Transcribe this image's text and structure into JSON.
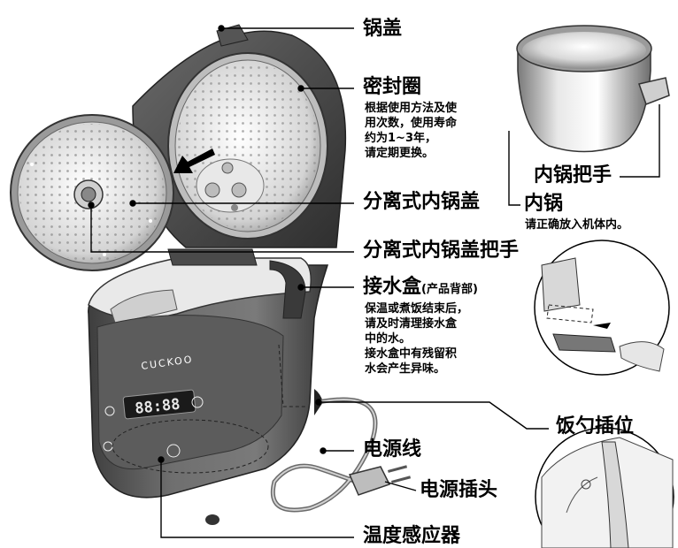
{
  "labels": {
    "lid": "锅盖",
    "seal_ring": "密封圈",
    "seal_ring_note": [
      "根据使用方法及使",
      "用次数，使用寿命",
      "约为1~3年，",
      "请定期更换。"
    ],
    "detachable_inner_lid": "分离式内锅盖",
    "detachable_inner_lid_handle": "分离式内锅盖把手",
    "water_box": "接水盒",
    "water_box_paren": "(产品背部)",
    "water_box_note": [
      "保温或煮饭结束后，",
      "请及时清理接水盒",
      "中的水。",
      "接水盒中有残留积",
      "水会产生异味。"
    ],
    "power_cord": "电源线",
    "power_plug": "电源插头",
    "temp_sensor": "温度感应器",
    "inner_pot_handle": "内锅把手",
    "inner_pot": "内锅",
    "inner_pot_note": "请正确放入机体内。",
    "spatula_holder": "饭勺插位"
  },
  "panel": {
    "brand": "CUCKOO",
    "display": "88:88"
  },
  "colors": {
    "body_dark": "#5a5a5a",
    "body_mid": "#8a8a8a",
    "body_light": "#d9d9d9",
    "lid_inner": "#e6e6e6",
    "line": "#000000"
  },
  "icons": {
    "arrow": "arrow-icon",
    "plug": "plug-icon"
  }
}
